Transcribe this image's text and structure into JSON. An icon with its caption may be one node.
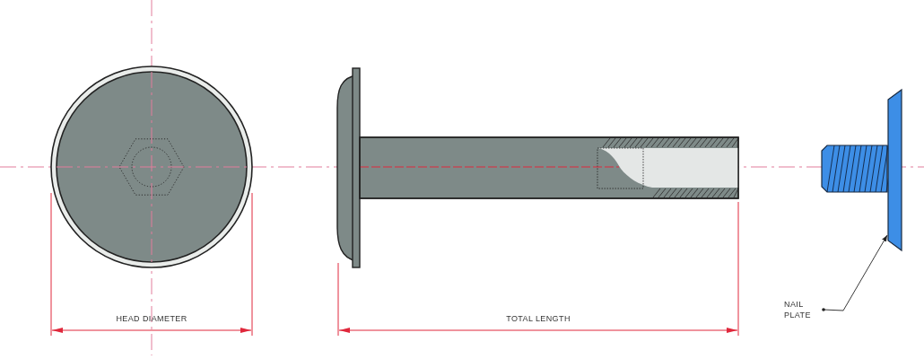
{
  "diagram": {
    "nodes": [
      {
        "text": [
          "NAIL PLATE"
        ]
      },
      {
        "text": [],
        "shape": "bar"
      }
    ],
    "edges": [
      {
        "from": 0,
        "to": 1,
        "arrow": "to"
      }
    ],
    "labels": [
      "HEAD DIAMETER",
      "TOTAL LENGTH"
    ]
  }
}
